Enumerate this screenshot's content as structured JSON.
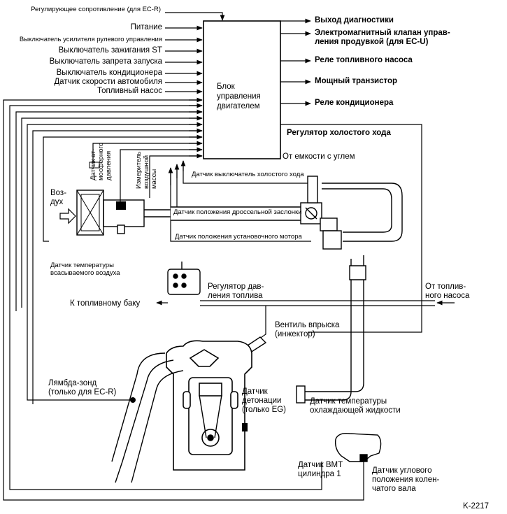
{
  "left_inputs": [
    "Регулирующее сопротивление (для EC-R)",
    "Питание",
    "Выключатель усилителя рулевого управления",
    "Выключатель зажигания ST",
    "Выключатель запрета запуска",
    "Выключатель кондиционера",
    "Датчик скорости автомобиля",
    "Топливный насос"
  ],
  "ecu_label": "Блок\nуправления\nдвигателем",
  "right_outputs": [
    "Выход диагностики",
    "Электромагнитный клапан управ-\nления продувкой (для EC-U)",
    "Реле топливного насоса",
    "Мощный транзистор",
    "Реле кондиционера"
  ],
  "labels": {
    "idle_regulator": "Регулятор холостого хода",
    "canister": "От емкости с углем",
    "idle_switch": "Датчик выключатель холостого хода",
    "throttle_sensor": "Датчик положения дроссельной заслонки",
    "motor_position": "Датчик положения установочного мотора",
    "atm_pressure": "Датчик ат-\nмосферного\nдавления",
    "air_mass": "Измеритель\nвоздушной\nмассы",
    "air": "Воз-\nдух",
    "intake_temp": "Датчик температуры\nвсасываемого воздуха",
    "pressure_regulator": "Регулятор дав-\nления топлива",
    "to_tank": "К топливному баку",
    "from_pump": "От топлив-\nного насоса",
    "injector": "Вентиль впрыска\n(инжектор)",
    "lambda": "Лямбда-зонд\n(только для EC-R)",
    "knock": "Датчик\nдетонации\n(только EG)",
    "coolant_temp": "Датчик температуры\nохлаждающей жидкости",
    "bmt": "Датчик ВМТ\nцилиндра 1",
    "crank": "Датчик углового\nположения колен-\nчатого вала",
    "figure_id": "K-2217"
  }
}
